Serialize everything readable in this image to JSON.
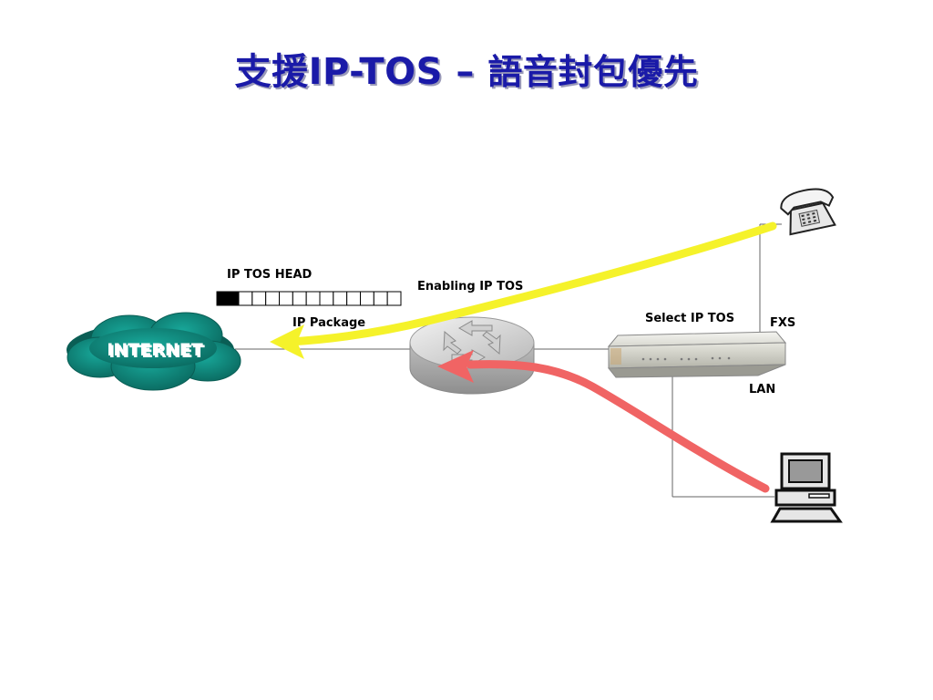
{
  "title": {
    "latin": "支援IP-TOS – ",
    "cjk": "語音封包優先"
  },
  "labels": {
    "ip_tos_head": "IP TOS HEAD",
    "enabling_ip_tos": "Enabling IP TOS",
    "ip_package": "IP Package",
    "select_ip_tos": "Select IP TOS",
    "fxs": "FXS",
    "lan": "LAN",
    "internet": "INTERNET"
  },
  "tos_header": {
    "cell_count": 13,
    "filled_cells": 1
  },
  "colors": {
    "title": "#1a1aa8",
    "cloud": "#0e8c80",
    "voice_arrow": "#f5f22a",
    "data_arrow": "#f06464",
    "lines": "#666666"
  },
  "icons": [
    "cloud-icon",
    "router-icon",
    "gateway-device-icon",
    "telephone-icon",
    "computer-icon"
  ]
}
